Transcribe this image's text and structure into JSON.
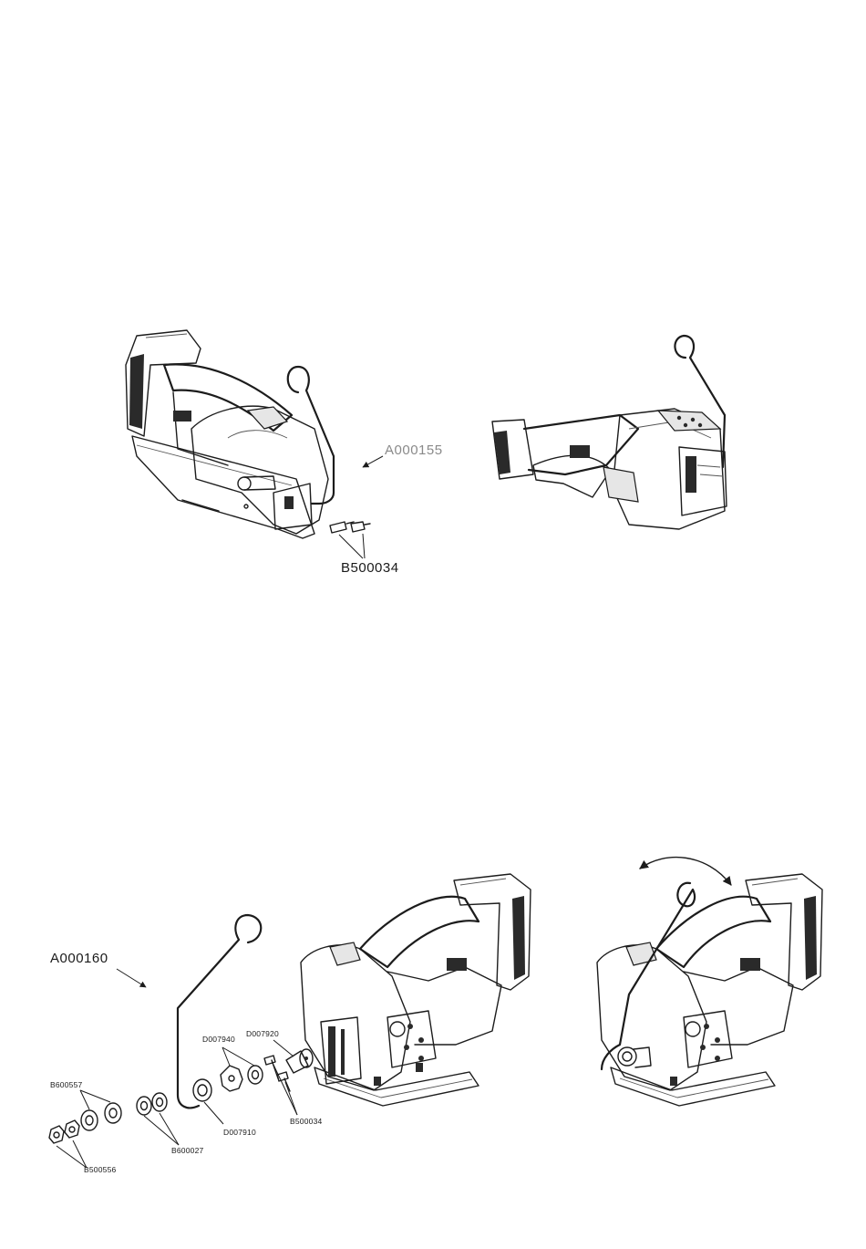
{
  "figure1": {
    "rod_label": "A000155",
    "screw_label": "B500034"
  },
  "figure2": {
    "rod_label": "A000160",
    "parts": {
      "b600557": "B600557",
      "b500556": "B500556",
      "b600027": "B600027",
      "d007910": "D007910",
      "d007940": "D007940",
      "d007920": "D007920",
      "b500034": "B500034"
    }
  }
}
